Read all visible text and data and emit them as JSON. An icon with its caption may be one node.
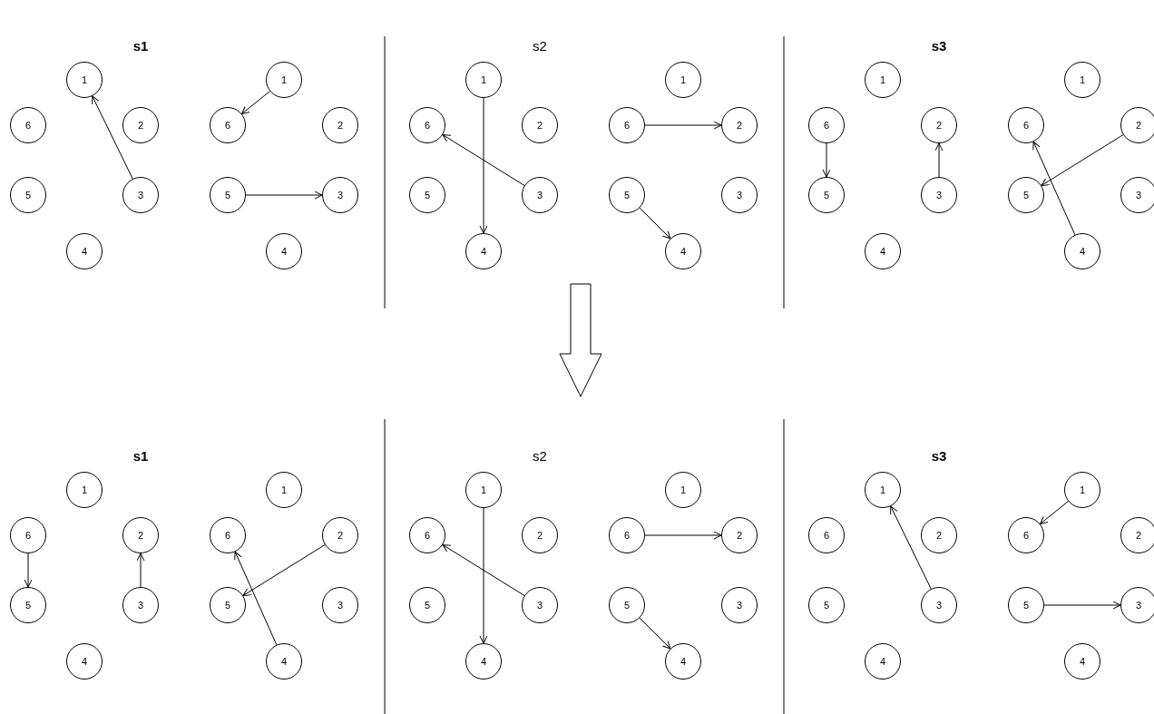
{
  "diagram": {
    "nodes": [
      {
        "text": [
          "1"
        ]
      },
      {
        "text": [
          "6"
        ]
      },
      {
        "text": [
          "2"
        ]
      },
      {
        "text": [
          "5"
        ]
      },
      {
        "text": [
          "3"
        ]
      },
      {
        "text": [
          "4"
        ]
      },
      {
        "text": [
          "1"
        ]
      },
      {
        "text": [
          "6"
        ]
      },
      {
        "text": [
          "2"
        ]
      },
      {
        "text": [
          "5"
        ]
      },
      {
        "text": [
          "3"
        ]
      },
      {
        "text": [
          "4"
        ]
      },
      {
        "text": [
          "1"
        ]
      },
      {
        "text": [
          "6"
        ]
      },
      {
        "text": [
          "2"
        ]
      },
      {
        "text": [
          "5"
        ]
      },
      {
        "text": [
          "3"
        ]
      },
      {
        "text": [
          "4"
        ]
      },
      {
        "text": [
          "1"
        ]
      },
      {
        "text": [
          "6"
        ]
      },
      {
        "text": [
          "2"
        ]
      },
      {
        "text": [
          "5"
        ]
      },
      {
        "text": [
          "3"
        ]
      },
      {
        "text": [
          "4"
        ]
      },
      {
        "text": [
          "1"
        ]
      },
      {
        "text": [
          "6"
        ]
      },
      {
        "text": [
          "2"
        ]
      },
      {
        "text": [
          "5"
        ]
      },
      {
        "text": [
          "3"
        ]
      },
      {
        "text": [
          "4"
        ]
      },
      {
        "text": [
          "1"
        ]
      },
      {
        "text": [
          "6"
        ]
      },
      {
        "text": [
          "2"
        ]
      },
      {
        "text": [
          "5"
        ]
      },
      {
        "text": [
          "3"
        ]
      },
      {
        "text": [
          "4"
        ]
      },
      {
        "text": [
          "1"
        ]
      },
      {
        "text": [
          "6"
        ]
      },
      {
        "text": [
          "2"
        ]
      },
      {
        "text": [
          "5"
        ]
      },
      {
        "text": [
          "3"
        ]
      },
      {
        "text": [
          "4"
        ]
      },
      {
        "text": [
          "1"
        ]
      },
      {
        "text": [
          "6"
        ]
      },
      {
        "text": [
          "2"
        ]
      },
      {
        "text": [
          "5"
        ]
      },
      {
        "text": [
          "3"
        ]
      },
      {
        "text": [
          "4"
        ]
      },
      {
        "text": [
          "1"
        ]
      },
      {
        "text": [
          "6"
        ]
      },
      {
        "text": [
          "2"
        ]
      },
      {
        "text": [
          "5"
        ]
      },
      {
        "text": [
          "3"
        ]
      },
      {
        "text": [
          "4"
        ]
      },
      {
        "text": [
          "1"
        ]
      },
      {
        "text": [
          "6"
        ]
      },
      {
        "text": [
          "2"
        ]
      },
      {
        "text": [
          "5"
        ]
      },
      {
        "text": [
          "3"
        ]
      },
      {
        "text": [
          "4"
        ]
      },
      {
        "text": [
          "1"
        ]
      },
      {
        "text": [
          "6"
        ]
      },
      {
        "text": [
          "2"
        ]
      },
      {
        "text": [
          "5"
        ]
      },
      {
        "text": [
          "3"
        ]
      },
      {
        "text": [
          "4"
        ]
      },
      {
        "text": [
          "1"
        ]
      },
      {
        "text": [
          "6"
        ]
      },
      {
        "text": [
          "2"
        ]
      },
      {
        "text": [
          "5"
        ]
      },
      {
        "text": [
          "3"
        ]
      },
      {
        "text": [
          "4"
        ]
      }
    ],
    "edges": [
      {
        "from": 4,
        "to": 0,
        "arrow": "to"
      },
      {
        "from": 6,
        "to": 7,
        "arrow": "to"
      },
      {
        "from": 9,
        "to": 10,
        "arrow": "to"
      },
      {
        "from": 12,
        "to": 17,
        "arrow": "to"
      },
      {
        "from": 16,
        "to": 13,
        "arrow": "to"
      },
      {
        "from": 19,
        "to": 20,
        "arrow": "to"
      },
      {
        "from": 21,
        "to": 23,
        "arrow": "to"
      },
      {
        "from": 25,
        "to": 27,
        "arrow": "to"
      },
      {
        "from": 28,
        "to": 26,
        "arrow": "to"
      },
      {
        "from": 32,
        "to": 33,
        "arrow": "to"
      },
      {
        "from": 35,
        "to": 31,
        "arrow": "to"
      },
      {
        "from": 37,
        "to": 39,
        "arrow": "to"
      },
      {
        "from": 40,
        "to": 38,
        "arrow": "to"
      },
      {
        "from": 44,
        "to": 45,
        "arrow": "to"
      },
      {
        "from": 47,
        "to": 43,
        "arrow": "to"
      },
      {
        "from": 48,
        "to": 53,
        "arrow": "to"
      },
      {
        "from": 52,
        "to": 49,
        "arrow": "to"
      },
      {
        "from": 55,
        "to": 56,
        "arrow": "to"
      },
      {
        "from": 57,
        "to": 59,
        "arrow": "to"
      },
      {
        "from": 64,
        "to": 60,
        "arrow": "to"
      },
      {
        "from": 66,
        "to": 67,
        "arrow": "to"
      },
      {
        "from": 69,
        "to": 70,
        "arrow": "to"
      }
    ],
    "labels": [
      "s1",
      "s2",
      "s3",
      "s1",
      "s2",
      "s3"
    ]
  }
}
